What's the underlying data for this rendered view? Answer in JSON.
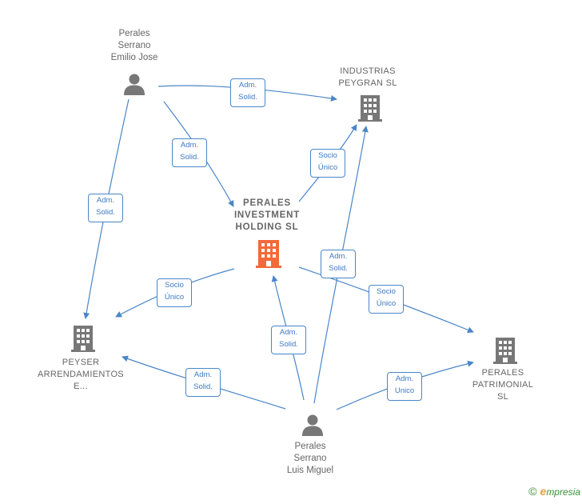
{
  "nodes": {
    "emilio": {
      "lines": [
        "Perales",
        "Serrano",
        "Emilio Jose"
      ],
      "type": "person"
    },
    "industrias": {
      "lines": [
        "INDUSTRIAS",
        "PEYGRAN  SL"
      ],
      "type": "company"
    },
    "holding": {
      "lines": [
        "PERALES",
        "INVESTMENT",
        "HOLDING  SL"
      ],
      "type": "company-focus"
    },
    "peyser": {
      "lines": [
        "PEYSER",
        "ARRENDAMIENTOS",
        "E..."
      ],
      "type": "company"
    },
    "patrimonial": {
      "lines": [
        "PERALES",
        "PATRIMONIAL",
        "SL"
      ],
      "type": "company"
    },
    "luis": {
      "lines": [
        "Perales",
        "Serrano",
        "Luis Miguel"
      ],
      "type": "person"
    }
  },
  "edges": [
    {
      "from": "emilio",
      "to": "industrias",
      "lines": [
        "Adm.",
        "Solid."
      ]
    },
    {
      "from": "emilio",
      "to": "holding",
      "lines": [
        "Adm.",
        "Solid."
      ]
    },
    {
      "from": "emilio",
      "to": "peyser",
      "lines": [
        "Adm.",
        "Solid."
      ]
    },
    {
      "from": "holding",
      "to": "industrias",
      "lines": [
        "Socio",
        "Único"
      ]
    },
    {
      "from": "holding",
      "to": "peyser",
      "lines": [
        "Socio",
        "Único"
      ]
    },
    {
      "from": "holding",
      "to": "patrimonial",
      "lines": [
        "Socio",
        "Único"
      ]
    },
    {
      "from": "luis",
      "to": "industrias",
      "lines": [
        "Adm.",
        "Solid."
      ]
    },
    {
      "from": "luis",
      "to": "holding",
      "lines": [
        "Adm.",
        "Solid."
      ]
    },
    {
      "from": "luis",
      "to": "peyser",
      "lines": [
        "Adm.",
        "Solid."
      ]
    },
    {
      "from": "luis",
      "to": "patrimonial",
      "lines": [
        "Adm.",
        "Unico"
      ]
    }
  ],
  "colors": {
    "edge": "#4a86c8",
    "icon_gray": "#777777",
    "icon_focus": "#f26a3a",
    "label_text": "#666666"
  },
  "brand": {
    "symbol": "©",
    "initial": "e",
    "rest": "mpresia"
  }
}
